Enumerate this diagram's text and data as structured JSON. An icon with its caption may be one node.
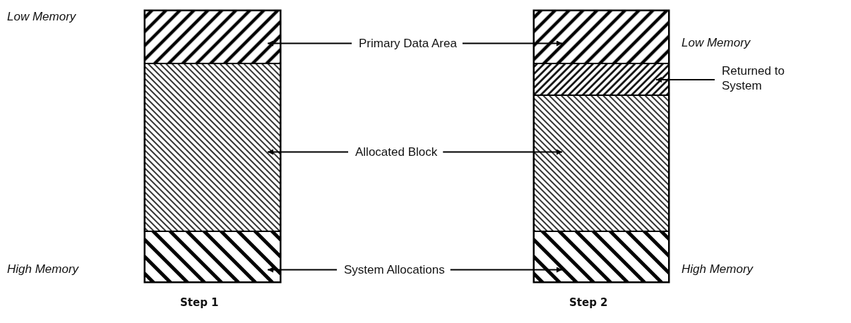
{
  "diagram": {
    "nodes": [
      {
        "text": [],
        "shape": "box",
        "beside": [
          "Step 1"
        ]
      },
      {
        "text": [],
        "shape": "box",
        "in": 0
      },
      {
        "text": [],
        "shape": "box",
        "in": 0
      },
      {
        "text": [],
        "shape": "box",
        "in": 0
      },
      {
        "text": [],
        "shape": "box",
        "beside": [
          "Step 2"
        ]
      },
      {
        "text": [],
        "shape": "box",
        "in": 4
      },
      {
        "text": [],
        "shape": "box",
        "in": 4
      },
      {
        "text": [],
        "shape": "box",
        "in": 4
      },
      {
        "text": [],
        "shape": "box",
        "in": 4
      },
      {
        "text": [
          "Primary Data Area"
        ]
      },
      {
        "text": [
          "Allocated Block"
        ]
      },
      {
        "text": [
          "System Allocations"
        ]
      },
      {
        "text": [
          "Returned to System"
        ]
      }
    ],
    "edges": [
      {
        "from": 9,
        "to": 1,
        "arrow": "to"
      },
      {
        "from": 9,
        "to": 5,
        "arrow": "to"
      },
      {
        "from": 10,
        "to": 2,
        "arrow": "to"
      },
      {
        "from": 10,
        "to": 7,
        "arrow": "to"
      },
      {
        "from": 11,
        "to": 3,
        "arrow": "to"
      },
      {
        "from": 11,
        "to": 8,
        "arrow": "to"
      },
      {
        "from": 12,
        "to": 6,
        "arrow": "to"
      }
    ],
    "labels": [
      "Low Memory",
      "Low Memory",
      "High Memory",
      "High Memory"
    ]
  }
}
